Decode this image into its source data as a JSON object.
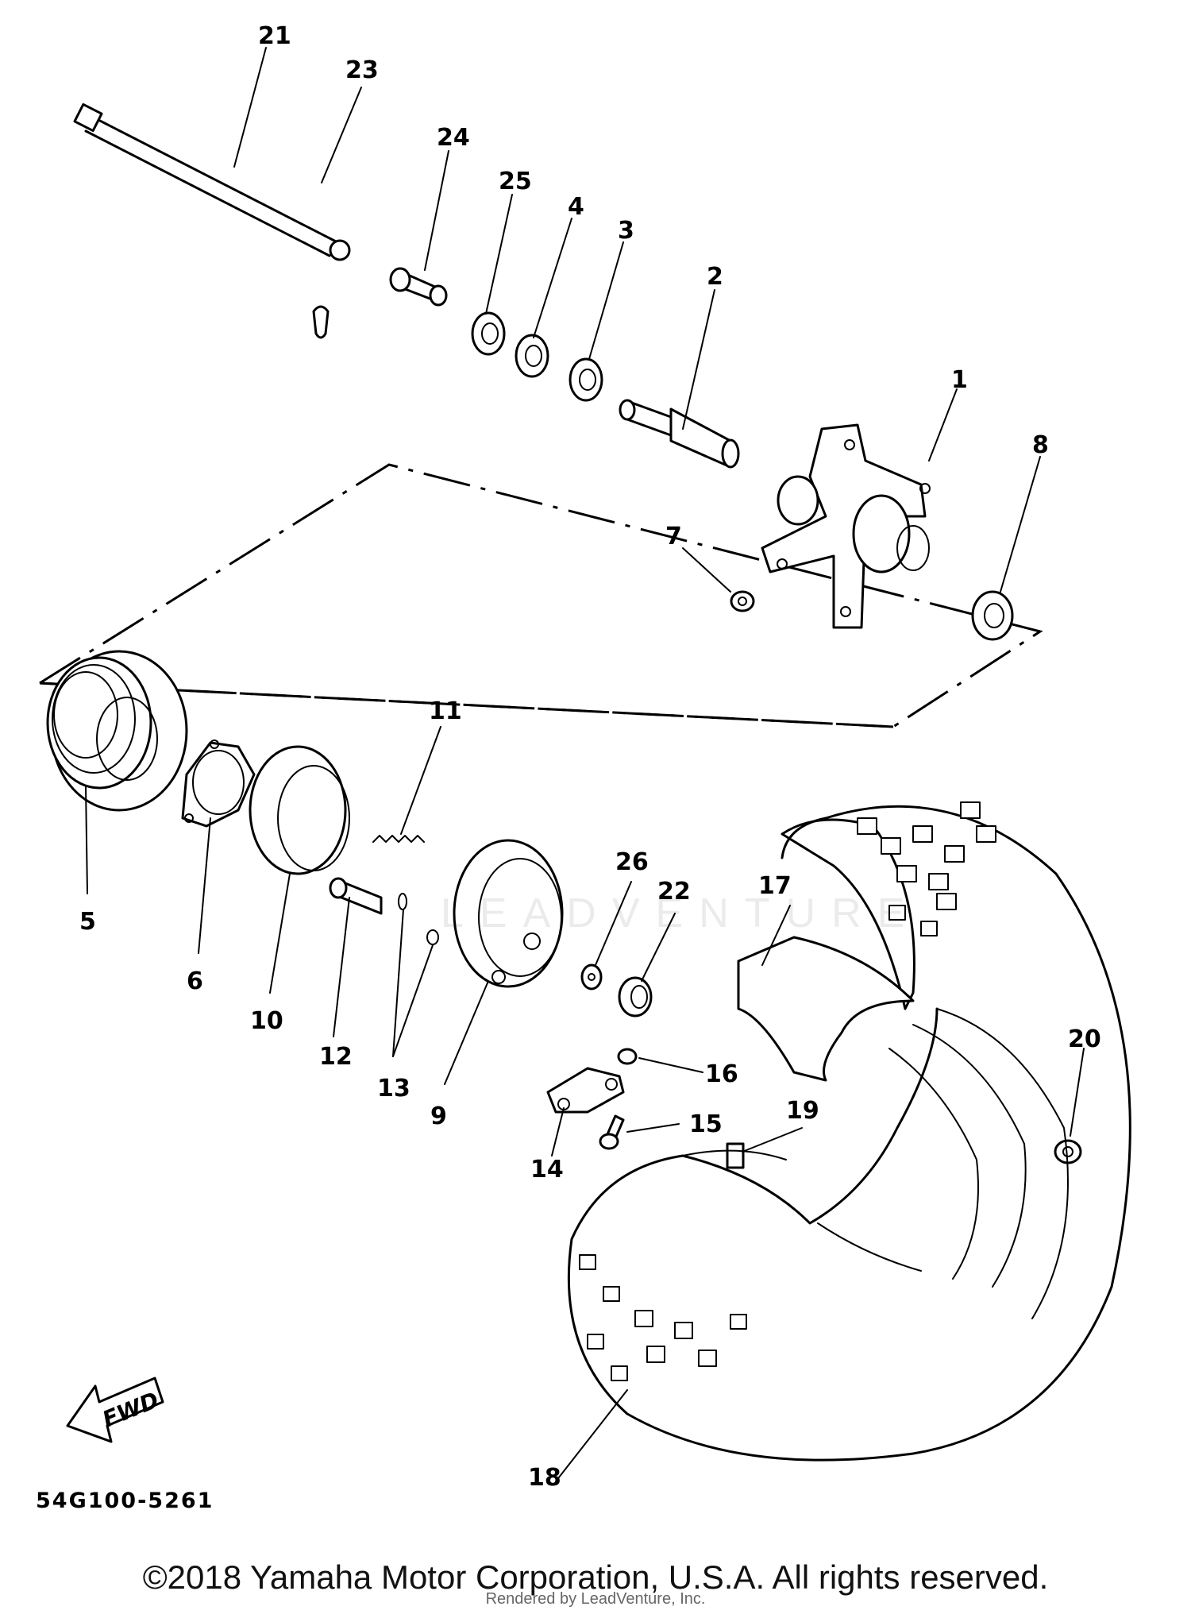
{
  "diagram": {
    "callouts": [
      {
        "id": "1",
        "label": "1"
      },
      {
        "id": "2",
        "label": "2"
      },
      {
        "id": "3",
        "label": "3"
      },
      {
        "id": "4",
        "label": "4"
      },
      {
        "id": "5",
        "label": "5"
      },
      {
        "id": "6",
        "label": "6"
      },
      {
        "id": "7",
        "label": "7"
      },
      {
        "id": "8",
        "label": "8"
      },
      {
        "id": "9",
        "label": "9"
      },
      {
        "id": "10",
        "label": "10"
      },
      {
        "id": "11",
        "label": "11"
      },
      {
        "id": "12",
        "label": "12"
      },
      {
        "id": "13",
        "label": "13"
      },
      {
        "id": "14",
        "label": "14"
      },
      {
        "id": "15",
        "label": "15"
      },
      {
        "id": "16",
        "label": "16"
      },
      {
        "id": "17",
        "label": "17"
      },
      {
        "id": "18",
        "label": "18"
      },
      {
        "id": "19",
        "label": "19"
      },
      {
        "id": "20",
        "label": "20"
      },
      {
        "id": "21",
        "label": "21"
      },
      {
        "id": "22",
        "label": "22"
      },
      {
        "id": "23",
        "label": "23"
      },
      {
        "id": "24",
        "label": "24"
      },
      {
        "id": "25",
        "label": "25"
      },
      {
        "id": "26",
        "label": "26"
      }
    ],
    "fwd_label": "FWD",
    "diagram_code": "54G100-5261",
    "watermark": "LEADVENTURE",
    "copyright": "©2018 Yamaha Motor Corporation, U.S.A. All rights reserved.",
    "renderer_note": "Rendered by LeadVenture, Inc."
  }
}
